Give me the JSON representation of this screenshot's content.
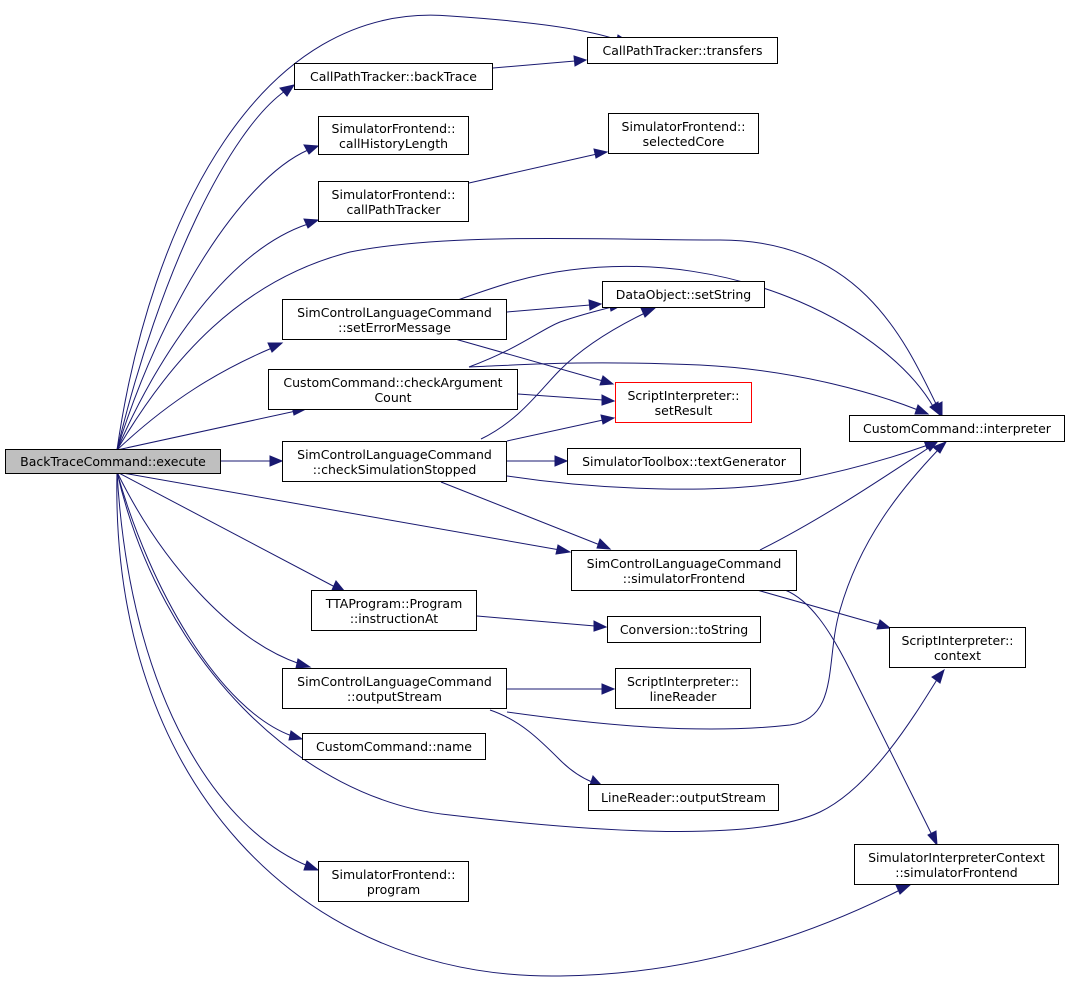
{
  "colors": {
    "edge": "#191970",
    "root_fill": "#bfbfbf",
    "highlight_border": "#ff0000"
  },
  "nodes": {
    "execute": [
      "BackTraceCommand::execute"
    ],
    "transfers": [
      "CallPathTracker::transfers"
    ],
    "backTrace": [
      "CallPathTracker::backTrace"
    ],
    "callHistoryLength": [
      "SimulatorFrontend::",
      "callHistoryLength"
    ],
    "selectedCore": [
      "SimulatorFrontend::",
      "selectedCore"
    ],
    "callPathTracker": [
      "SimulatorFrontend::",
      "callPathTracker"
    ],
    "setErrorMessage": [
      "SimControlLanguageCommand",
      "::setErrorMessage"
    ],
    "setString": [
      "DataObject::setString"
    ],
    "checkArgumentCount": [
      "CustomCommand::checkArgument",
      "Count"
    ],
    "setResult": [
      "ScriptInterpreter::",
      "setResult"
    ],
    "interpreter": [
      "CustomCommand::interpreter"
    ],
    "checkSimulationStopped": [
      "SimControlLanguageCommand",
      "::checkSimulationStopped"
    ],
    "textGenerator": [
      "SimulatorToolbox::textGenerator"
    ],
    "simulatorFrontendCmd": [
      "SimControlLanguageCommand",
      "::simulatorFrontend"
    ],
    "instructionAt": [
      "TTAProgram::Program",
      "::instructionAt"
    ],
    "toString": [
      "Conversion::toString"
    ],
    "context": [
      "ScriptInterpreter::",
      "context"
    ],
    "outputStreamCmd": [
      "SimControlLanguageCommand",
      "::outputStream"
    ],
    "lineReader": [
      "ScriptInterpreter::",
      "lineReader"
    ],
    "name": [
      "CustomCommand::name"
    ],
    "lineReaderOutputStream": [
      "LineReader::outputStream"
    ],
    "program": [
      "SimulatorFrontend::",
      "program"
    ],
    "contextSimulatorFrontend": [
      "SimulatorInterpreterContext",
      "::simulatorFrontend"
    ]
  }
}
